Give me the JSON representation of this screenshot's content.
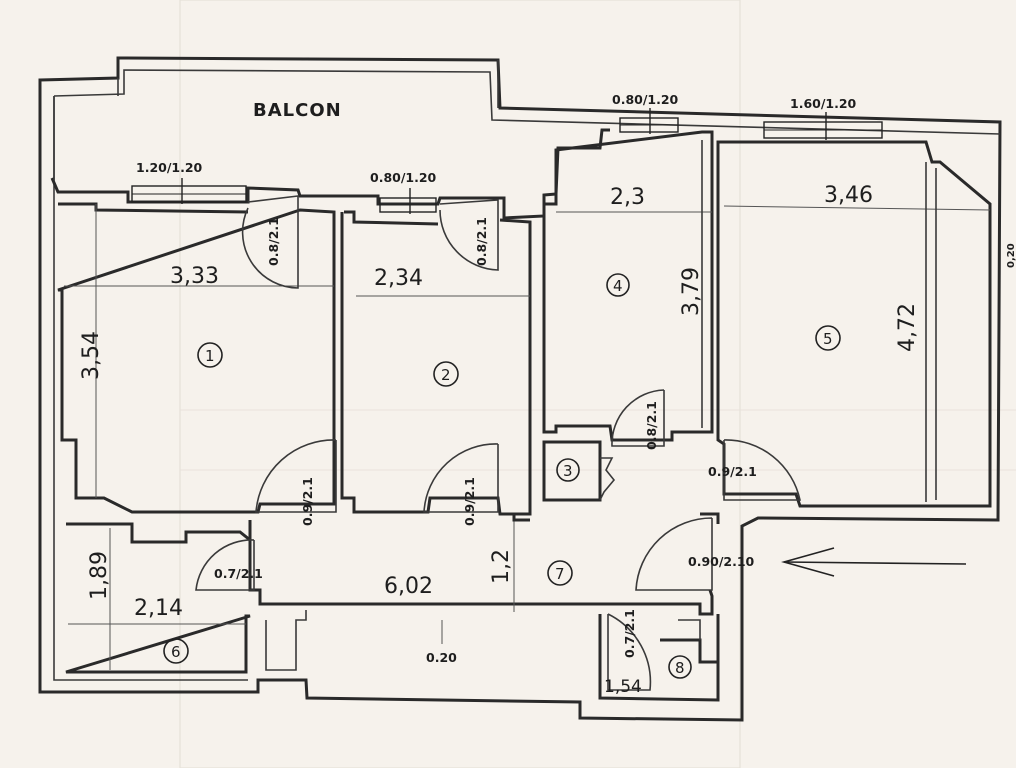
{
  "plan": {
    "title": "BALCON",
    "rooms": [
      {
        "id": "1",
        "width": "3,33",
        "height": "3,54"
      },
      {
        "id": "2",
        "width": "2,34"
      },
      {
        "id": "3"
      },
      {
        "id": "4",
        "width": "2,3",
        "height": "3,79"
      },
      {
        "id": "5",
        "width": "3,46",
        "height": "4,72"
      },
      {
        "id": "6",
        "width": "2,14",
        "height": "1,89"
      },
      {
        "id": "7",
        "width": "6,02",
        "height": "1,2"
      },
      {
        "id": "8",
        "width": "1,54"
      }
    ],
    "windows": [
      "1.20/1.20",
      "0.80/1.20",
      "0.80/1.20",
      "1.60/1.20"
    ],
    "doors": [
      "0.8/2.1",
      "0.8/2.1",
      "0.8/2.1",
      "0.9/2.1",
      "0.9/2.1",
      "0.7/2.1",
      "0.9/2.1",
      "0.90/2.10",
      "0.7/2.1"
    ],
    "wall_thickness": "0.20",
    "side_mark": "0,20"
  }
}
